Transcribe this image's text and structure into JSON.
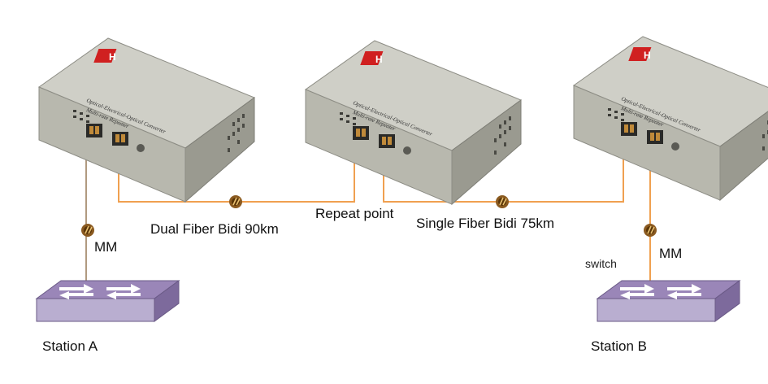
{
  "device": {
    "brand_mark": "H",
    "line1": "Optical-Electrical-Optical Converter",
    "line2": "Multi-rate Repeater"
  },
  "labels": {
    "mm_left": "MM",
    "mm_right": "MM",
    "dual_fiber": "Dual Fiber Bidi 90km",
    "repeat_point": "Repeat point",
    "single_fiber": "Single Fiber Bidi 75km",
    "switch": "switch",
    "station_a": "Station A",
    "station_b": "Station B"
  },
  "colors": {
    "fiber": "#f0a050",
    "copper": "#b09a80",
    "connector": "#7a4a10",
    "device_top": "#cfcfc7",
    "device_front": "#b8b8ae",
    "device_side": "#9a9a90",
    "brand": "#d02020",
    "switch_top": "#9a86b8",
    "switch_front": "#b9aed0",
    "switch_side": "#7d6a9c"
  }
}
